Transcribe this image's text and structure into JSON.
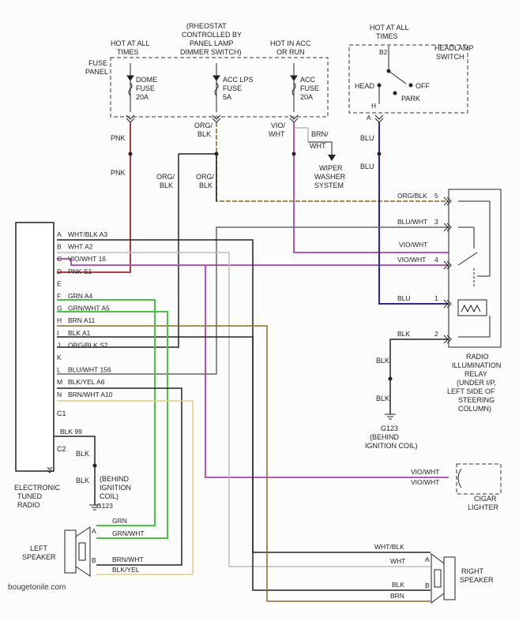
{
  "header": {
    "hot_at_all_times_1": [
      "HOT AT ALL",
      "TIMES"
    ],
    "rheostat": [
      "(RHEOSTAT",
      "CONTROLLED BY",
      "PANEL LAMP",
      "DIMMER SWITCH)"
    ],
    "hot_in_acc": [
      "HOT IN ACC",
      "OR RUN"
    ],
    "hot_at_all_times_2": [
      "HOT AT ALL",
      "TIMES"
    ],
    "fuse_panel": [
      "FUSE",
      "PANEL"
    ],
    "dome_fuse": [
      "DOME",
      "FUSE",
      "20A"
    ],
    "acc_lps_fuse": [
      "ACC LPS",
      "FUSE",
      "5A"
    ],
    "acc_fuse": [
      "ACC",
      "FUSE",
      "20A"
    ],
    "headlamp_switch": [
      "HEADLAMP",
      "SWITCH"
    ],
    "switch_b2": "B2",
    "switch_head": "HEAD",
    "switch_off": "OFF",
    "switch_park": "PARK",
    "switch_h": "H",
    "switch_a": "A"
  },
  "wires": {
    "pnk_top": "PNK",
    "pnk_mid": "PNK",
    "org_blk_top": [
      "ORG/",
      "BLK"
    ],
    "org_blk_mid": [
      "ORG/",
      "BLK"
    ],
    "org_blk_left": [
      "ORG/",
      "BLK"
    ],
    "vio_wht_top": [
      "VIO/",
      "WHT"
    ],
    "brn_wht": [
      "BRN/",
      "WHT"
    ],
    "wiper": [
      "WIPER",
      "WASHER",
      "SYSTEM"
    ],
    "blu_top": "BLU",
    "blu_mid": "BLU"
  },
  "radio": {
    "label": [
      "ELECTRONIC",
      "TUNED",
      "RADIO"
    ],
    "connector_c1": "C1",
    "connector_c2": "C2",
    "pins": [
      {
        "pin": "A",
        "label": "WHT/BLK  A3"
      },
      {
        "pin": "B",
        "label": "WHT  A2"
      },
      {
        "pin": "C",
        "label": "VIO/WHT  16"
      },
      {
        "pin": "D",
        "label": "PNK  S1"
      },
      {
        "pin": "E",
        "label": ""
      },
      {
        "pin": "F",
        "label": "GRN  A4"
      },
      {
        "pin": "G",
        "label": "GRN/WHT  A5"
      },
      {
        "pin": "H",
        "label": "BRN  A11"
      },
      {
        "pin": "I",
        "label": "BLK  A1"
      },
      {
        "pin": "J",
        "label": "ORG/BLK  S2"
      },
      {
        "pin": "K",
        "label": ""
      },
      {
        "pin": "L",
        "label": "BLU/WHT  156"
      },
      {
        "pin": "M",
        "label": "BLK/YEL  A6"
      },
      {
        "pin": "N",
        "label": "BRN/WHT  A10"
      }
    ],
    "c2_wire": "BLK  99",
    "c2_blk_1": "BLK",
    "c2_blk_2": "BLK",
    "behind_ignition": [
      "(BEHIND",
      "IGNITION",
      "COIL)"
    ],
    "ground_g123": "G123"
  },
  "relay": {
    "pins": [
      {
        "num": "5",
        "wire": "ORG/BLK"
      },
      {
        "num": "3",
        "wire": "BLU/WHT"
      },
      {
        "num": "4",
        "wire": "VIO/WHT"
      },
      {
        "num": "1",
        "wire": "BLU"
      },
      {
        "num": "2",
        "wire": "BLK"
      }
    ],
    "upper_vio_wht": "VIO/WHT",
    "label": [
      "RADIO",
      "ILLUMINATION",
      "RELAY",
      "(UNDER I/P,",
      "LEFT SIDE OF",
      "STEERING",
      "COLUMN)"
    ],
    "blk_1": "BLK",
    "blk_2": "BLK",
    "ground": [
      "G123",
      "(BEHIND",
      "IGNITION COIL)"
    ]
  },
  "cigar": {
    "wire_1": "VIO/WHT",
    "wire_2": "VIO/WHT",
    "label": [
      "CIGAR",
      "LIGHTER"
    ]
  },
  "left_speaker": {
    "label": [
      "LEFT",
      "SPEAKER"
    ],
    "pin_a": "A",
    "pin_b": "B",
    "wires": [
      "GRN",
      "GRN/WHT",
      "BRN/WHT",
      "BLK/YEL"
    ]
  },
  "right_speaker": {
    "label": [
      "RIGHT",
      "SPEAKER"
    ],
    "pin_a": "A",
    "pin_b": "B",
    "wires": [
      "WHT/BLK",
      "WHT",
      "BLK",
      "BRN"
    ]
  },
  "watermark": "bougetonile.com",
  "colors": {
    "pnk": "#b03a48",
    "org_blk": "#a08a55",
    "vio": "#b05ab8",
    "blu": "#2a2a8a",
    "grn": "#4cc24a",
    "blk": "#1a1a1a",
    "brn": "#8a6a2a",
    "gray": "#bdbdbd"
  }
}
